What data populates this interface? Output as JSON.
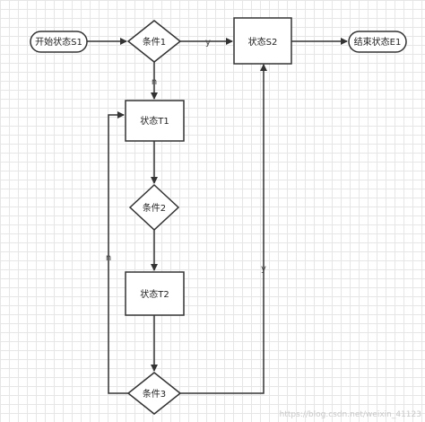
{
  "nodes": {
    "start": "开始状态S1",
    "cond1": "条件1",
    "stateS2": "状态S2",
    "end": "结束状态E1",
    "stateT1": "状态T1",
    "cond2": "条件2",
    "stateT2": "状态T2",
    "cond3": "条件3"
  },
  "edge_labels": {
    "cond1_yes": "y",
    "cond1_no": "n",
    "cond3_no": "n",
    "cond3_yes": "y"
  },
  "watermark": "https://blog.csdn.net/weixin_41123"
}
